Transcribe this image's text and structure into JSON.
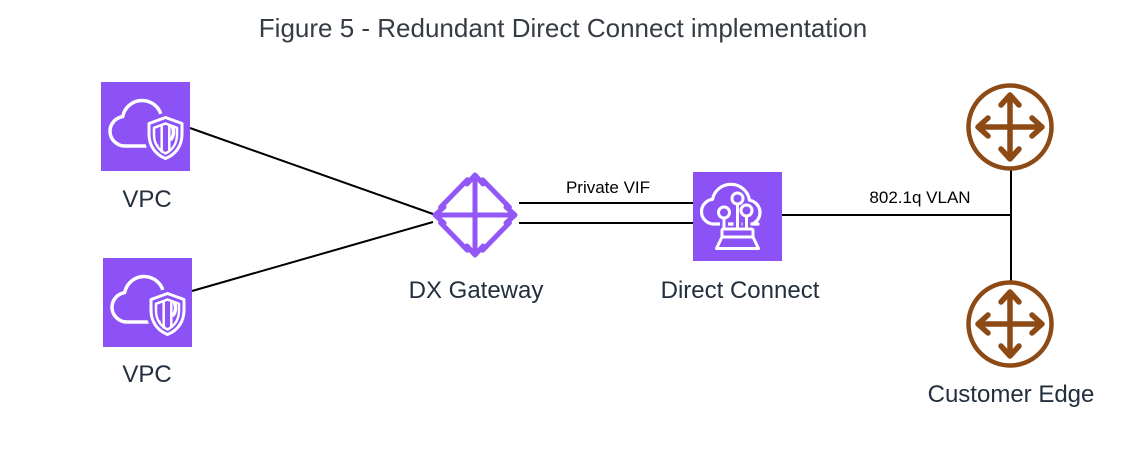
{
  "figure": {
    "title": "Figure 5 - Redundant Direct Connect implementation"
  },
  "colors": {
    "purple": "#8c52f5",
    "purple_light": "#9257f5",
    "brown": "#8d4a15",
    "line": "#000000",
    "title_text": "#363c44",
    "node_label_text": "#232f3e",
    "edge_label_text": "#000000"
  },
  "nodes": {
    "vpc_top": {
      "label": "VPC",
      "icon": "vpc-cloud-shield-icon"
    },
    "vpc_bottom": {
      "label": "VPC",
      "icon": "vpc-cloud-shield-icon"
    },
    "dx_gateway": {
      "label": "DX Gateway",
      "icon": "dx-gateway-diamond-arrows-icon"
    },
    "direct_connect": {
      "label": "Direct Connect",
      "icon": "direct-connect-cloud-pins-icon"
    },
    "customer_edge_top": {
      "label": "",
      "icon": "router-crossed-arrows-icon"
    },
    "customer_edge_bottom": {
      "label": "Customer Edge",
      "icon": "router-crossed-arrows-icon"
    }
  },
  "edges": {
    "vpc_top_to_dx_gateway": {
      "from": "vpc_top",
      "to": "dx_gateway",
      "label": ""
    },
    "vpc_bottom_to_dx_gateway": {
      "from": "vpc_bottom",
      "to": "dx_gateway",
      "label": ""
    },
    "dx_gateway_to_direct_connect_line1": {
      "from": "dx_gateway",
      "to": "direct_connect",
      "label": "Private VIF"
    },
    "dx_gateway_to_direct_connect_line2": {
      "from": "dx_gateway",
      "to": "direct_connect",
      "label": ""
    },
    "direct_connect_to_customer_edge": {
      "from": "direct_connect",
      "to": "customer_edge_top_and_bottom",
      "label": "802.1q VLAN"
    }
  }
}
